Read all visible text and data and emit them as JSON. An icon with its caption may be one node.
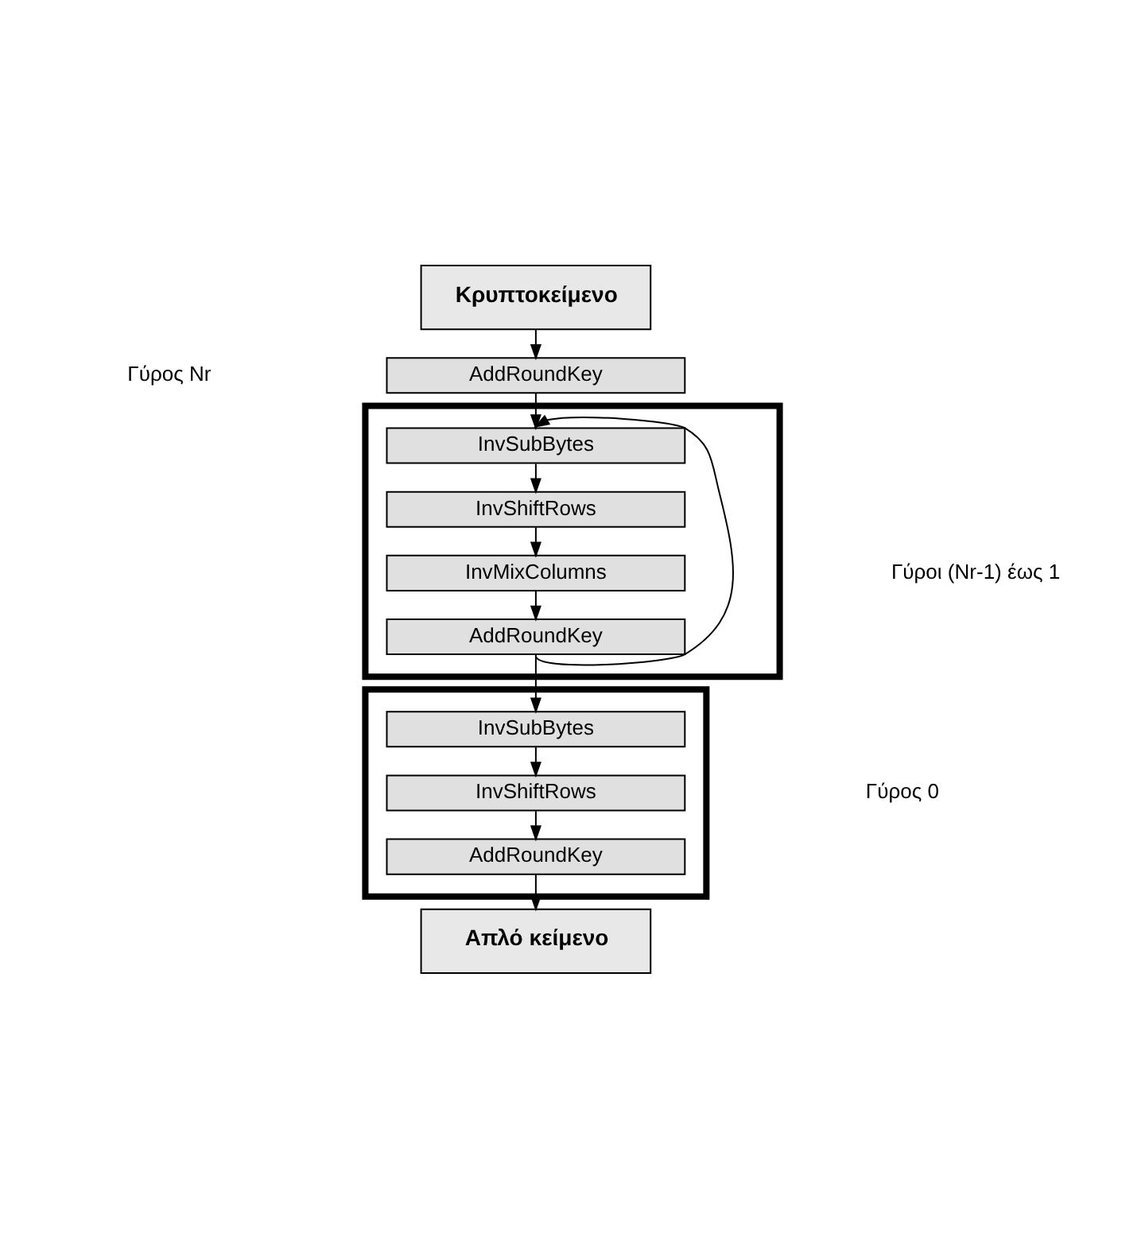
{
  "diagram": {
    "nodes": [
      {
        "text": [
          "Κρυπτοκείμενο"
        ]
      },
      {
        "text": [
          "AddRoundKey"
        ]
      },
      {
        "text": [],
        "shape": "box"
      },
      {
        "text": [
          "InvSubBytes"
        ],
        "in": 2
      },
      {
        "text": [
          "InvShiftRows"
        ],
        "in": 2
      },
      {
        "text": [
          "InvMixColumns"
        ],
        "in": 2
      },
      {
        "text": [
          "AddRoundKey"
        ],
        "in": 2
      },
      {
        "text": [],
        "shape": "box"
      },
      {
        "text": [
          "InvSubBytes"
        ],
        "in": 7
      },
      {
        "text": [
          "InvShiftRows"
        ],
        "in": 7
      },
      {
        "text": [
          "AddRoundKey"
        ],
        "in": 7
      },
      {
        "text": [
          "Απλό κείμενο"
        ]
      }
    ],
    "edges": [
      {
        "from": 0,
        "to": 1,
        "arrow": "to"
      },
      {
        "from": 1,
        "to": 3,
        "arrow": "to"
      },
      {
        "from": 3,
        "to": 4,
        "arrow": "to"
      },
      {
        "from": 4,
        "to": 5,
        "arrow": "to"
      },
      {
        "from": 5,
        "to": 6,
        "arrow": "to"
      },
      {
        "from": 6,
        "to": 3,
        "arrow": "to"
      },
      {
        "from": 6,
        "to": 8,
        "arrow": "to"
      },
      {
        "from": 8,
        "to": 9,
        "arrow": "to"
      },
      {
        "from": 9,
        "to": 10,
        "arrow": "to"
      },
      {
        "from": 10,
        "to": 11,
        "arrow": "to"
      }
    ],
    "labels": [
      "Γύρος Nr",
      "Γύροι (Nr-1) έως 1",
      "Γύρος 0"
    ]
  }
}
